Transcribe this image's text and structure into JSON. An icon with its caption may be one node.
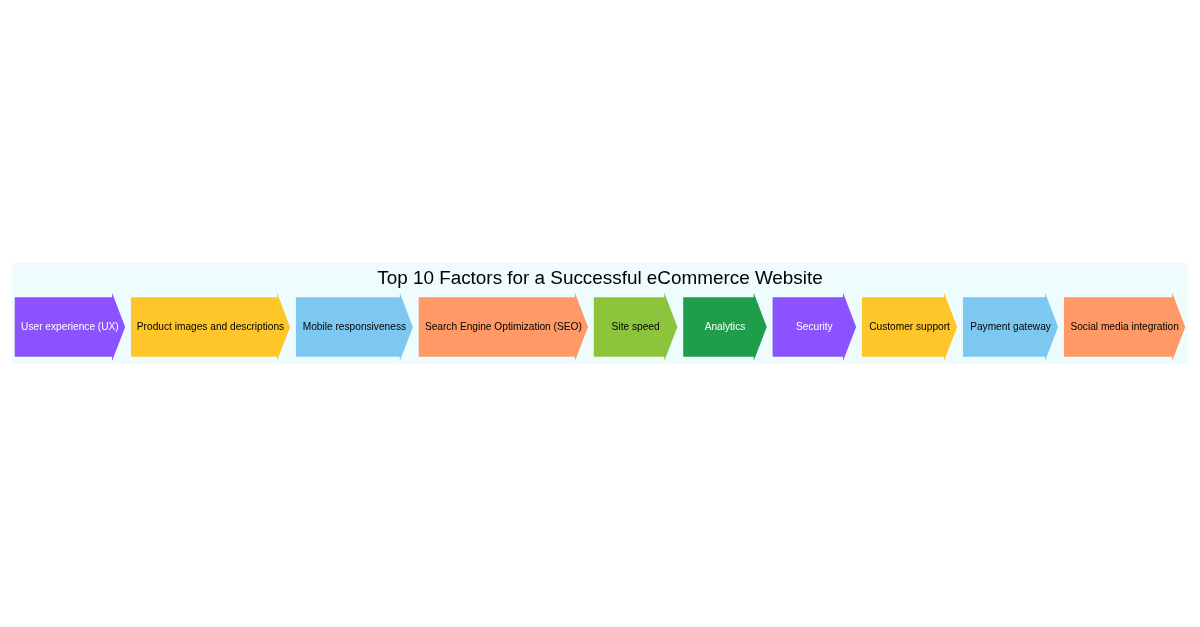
{
  "diagram": {
    "title": "Top 10 Factors for a Successful eCommerce Website",
    "nodes": [
      {
        "text": [
          "User experience (UX)"
        ]
      },
      {
        "text": [
          "Product images and descriptions"
        ]
      },
      {
        "text": [
          "Mobile responsiveness"
        ]
      },
      {
        "text": [
          "Search Engine Optimization (SEO)"
        ]
      },
      {
        "text": [
          "Site speed"
        ]
      },
      {
        "text": [
          "Analytics"
        ]
      },
      {
        "text": [
          "Security"
        ]
      },
      {
        "text": [
          "Customer support"
        ]
      },
      {
        "text": [
          "Payment gateway"
        ]
      },
      {
        "text": [
          "Social media integration"
        ]
      }
    ],
    "edges": []
  }
}
